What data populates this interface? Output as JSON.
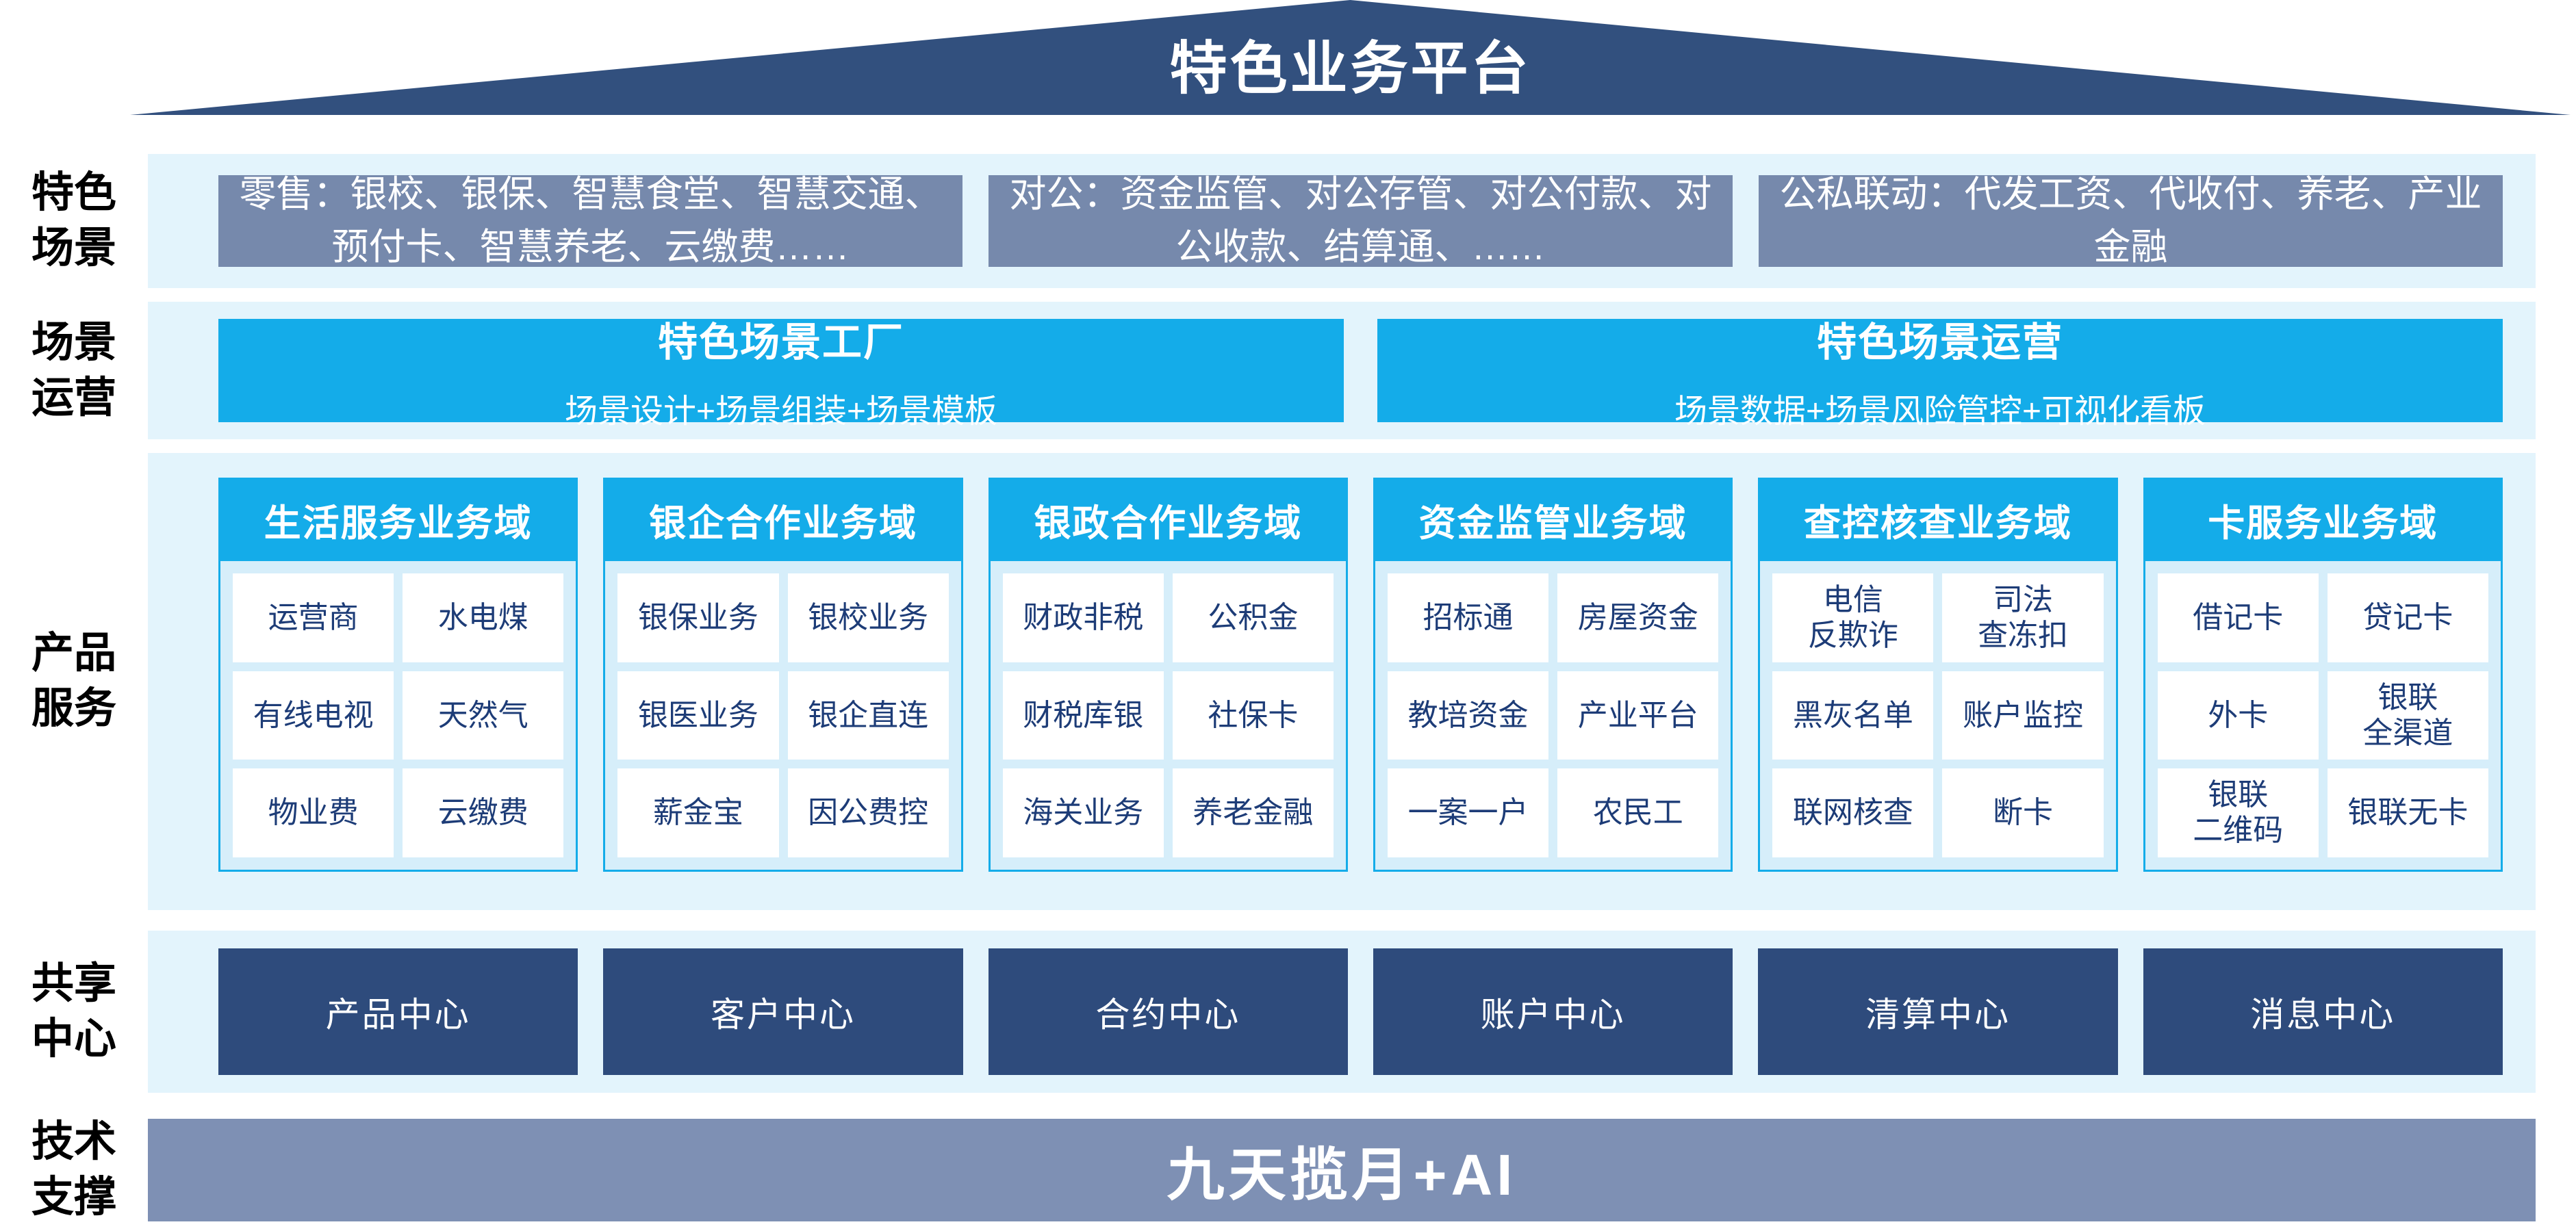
{
  "colors": {
    "roof_navy": "#32507E",
    "strip_light_blue": "#E3F4FC",
    "slate_box": "#7689AC",
    "bottom_bar_slate": "#7E90B4",
    "cyan_accent": "#14ACE9",
    "column_body_blue": "#D6EEFA",
    "cell_background": "#FFFFFF",
    "cell_text_navy": "#1D3C77",
    "dark_center_box": "#2E4B7C"
  },
  "roof": {
    "title": "特色业务平台"
  },
  "side_labels": [
    {
      "text": "特色\n场景"
    },
    {
      "text": "场景\n运营"
    },
    {
      "text": "产品\n服务"
    },
    {
      "text": "共享\n中心"
    },
    {
      "text": "技术\n支撑"
    }
  ],
  "scene_row": {
    "boxes": [
      "零售：银校、银保、智慧食堂、智慧交通、预付卡、智慧养老、云缴费……",
      "对公：资金监管、对公存管、对公付款、对公收款、结算通、……",
      "公私联动：代发工资、代收付、养老、产业金融"
    ]
  },
  "operation_row": {
    "boxes": [
      {
        "title": "特色场景工厂",
        "subtitle": "场景设计+场景组装+场景模板"
      },
      {
        "title": "特色场景运营",
        "subtitle": "场景数据+场景风险管控+可视化看板"
      }
    ]
  },
  "product_row": {
    "columns": [
      {
        "header": "生活服务业务域",
        "cells": [
          "运营商",
          "水电煤",
          "有线电视",
          "天然气",
          "物业费",
          "云缴费"
        ]
      },
      {
        "header": "银企合作业务域",
        "cells": [
          "银保业务",
          "银校业务",
          "银医业务",
          "银企直连",
          "薪金宝",
          "因公费控"
        ]
      },
      {
        "header": "银政合作业务域",
        "cells": [
          "财政非税",
          "公积金",
          "财税库银",
          "社保卡",
          "海关业务",
          "养老金融"
        ]
      },
      {
        "header": "资金监管业务域",
        "cells": [
          "招标通",
          "房屋资金",
          "教培资金",
          "产业平台",
          "一案一户",
          "农民工"
        ]
      },
      {
        "header": "查控核查业务域",
        "cells": [
          "电信\n反欺诈",
          "司法\n查冻扣",
          "黑灰名单",
          "账户监控",
          "联网核查",
          "断卡"
        ]
      },
      {
        "header": "卡服务业务域",
        "cells": [
          "借记卡",
          "贷记卡",
          "外卡",
          "银联\n全渠道",
          "银联\n二维码",
          "银联无卡"
        ]
      }
    ]
  },
  "shared_row": {
    "boxes": [
      "产品中心",
      "客户中心",
      "合约中心",
      "账户中心",
      "清算中心",
      "消息中心"
    ]
  },
  "tech_row": {
    "label": "九天揽月+AI"
  }
}
